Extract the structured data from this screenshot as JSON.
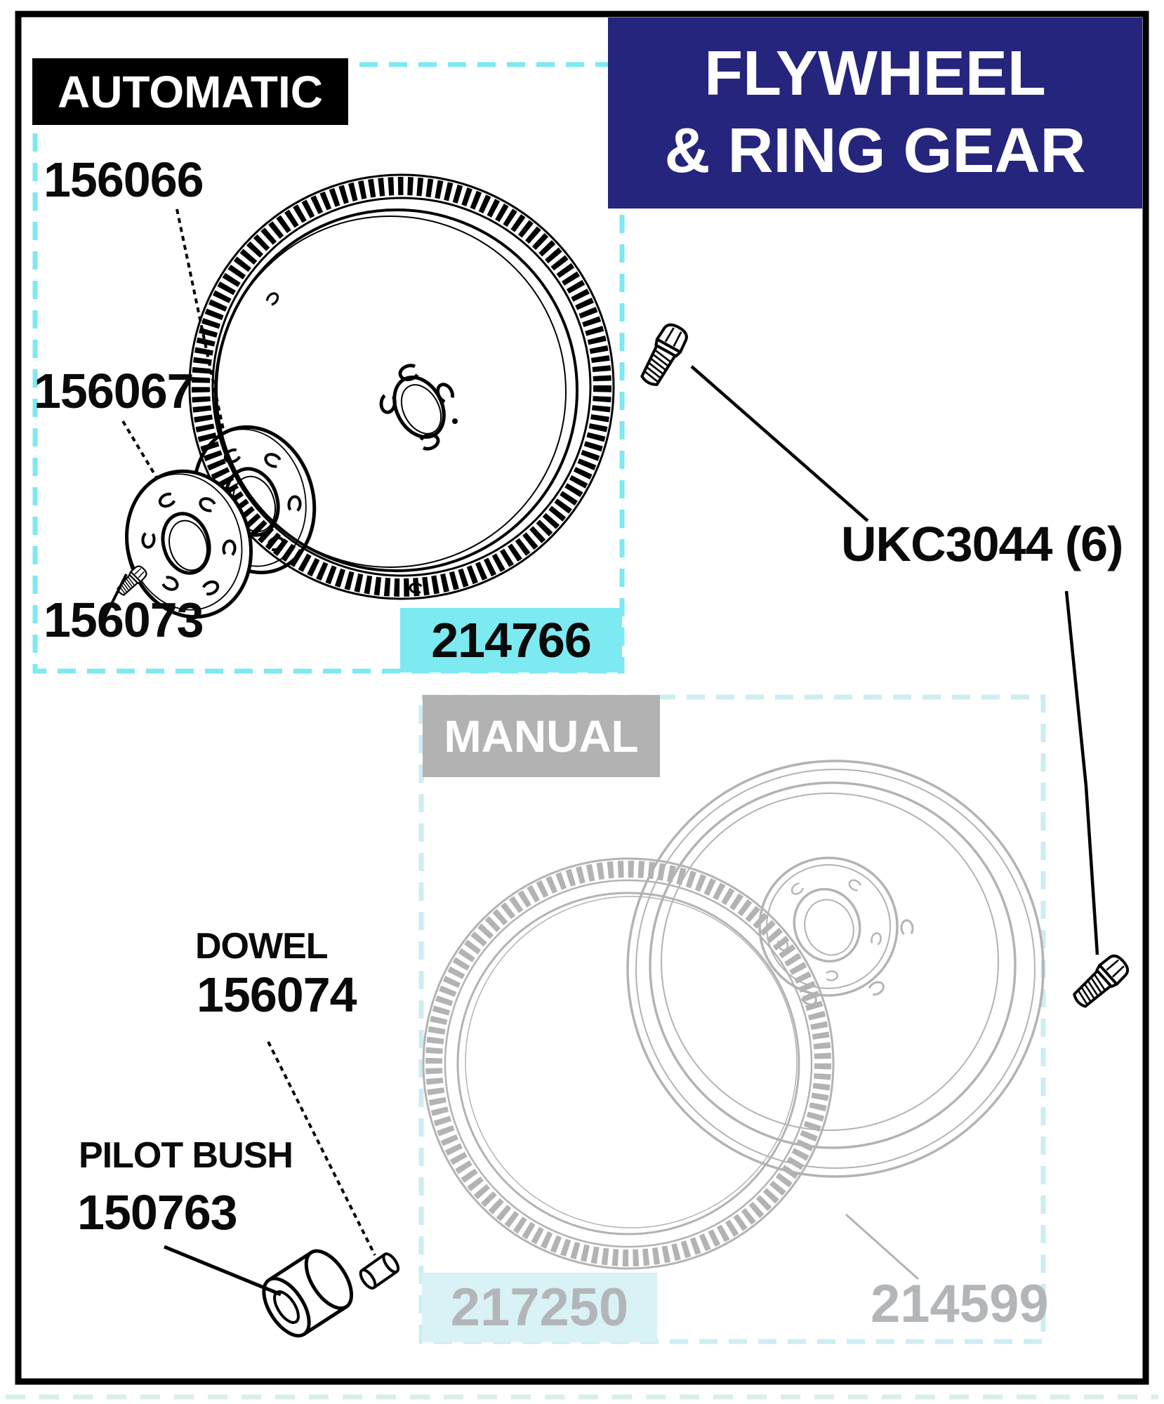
{
  "header": {
    "line1": "FLYWHEEL",
    "line2": "& RING GEAR"
  },
  "automatic": {
    "label": "AUTOMATIC",
    "adapter_plate_rear": "156066",
    "adapter_plate_front": "156067",
    "bolt": "156073",
    "flexplate": "214766"
  },
  "manual": {
    "label": "MANUAL",
    "ring_gear": "217250",
    "flywheel": "214599"
  },
  "fasteners": {
    "flywheel_bolts": "UKC3044 (6)"
  },
  "dowel": {
    "label": "DOWEL",
    "part": "156074"
  },
  "pilot_bush": {
    "label": "PILOT BUSH",
    "part": "150763"
  },
  "colors": {
    "accent_cyan": "#7DE9F0",
    "pale_cyan": "#D9F2F5",
    "navy": "#25257D",
    "grey": "#B3B3B3",
    "black": "#000000"
  }
}
